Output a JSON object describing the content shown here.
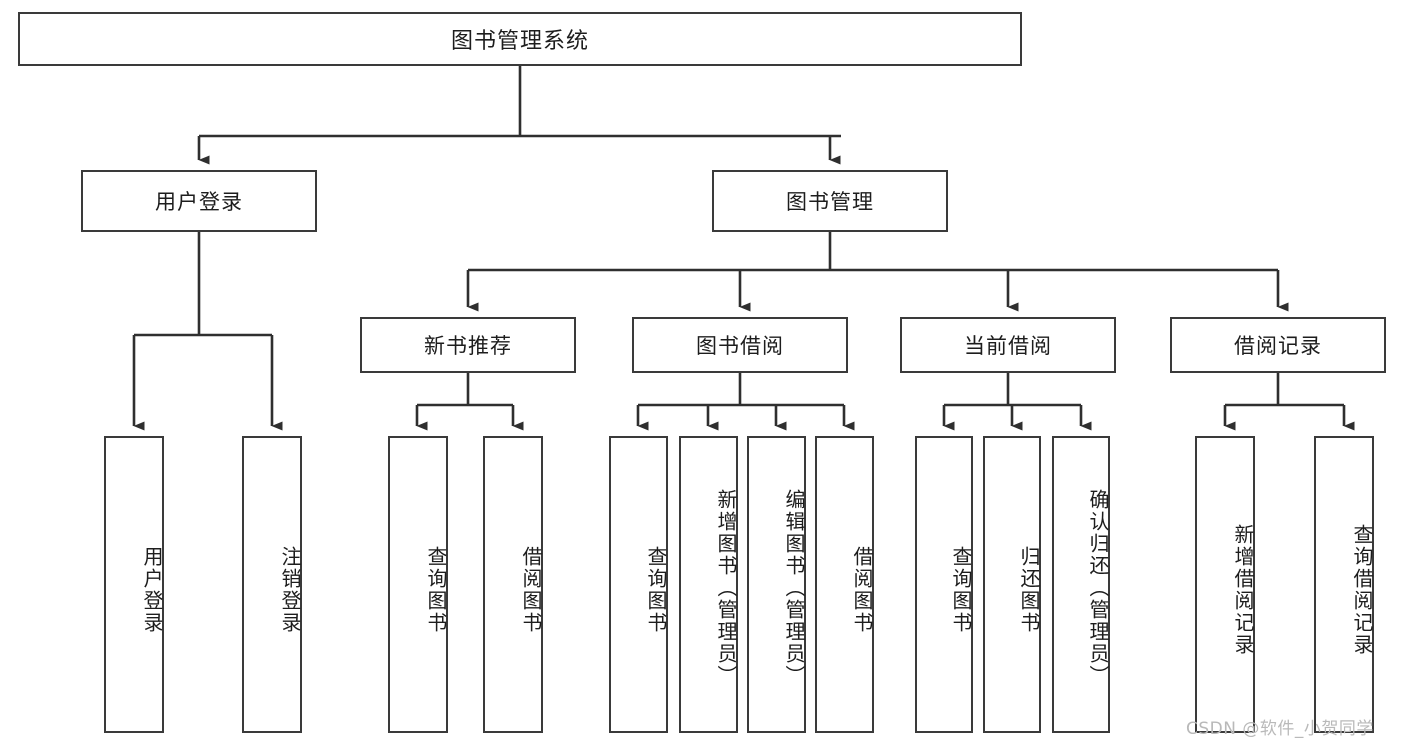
{
  "diagram": {
    "title_node": {
      "label": "图书管理系统"
    },
    "level1": [
      {
        "id": "user-login",
        "label": "用户登录"
      },
      {
        "id": "book-management",
        "label": "图书管理"
      }
    ],
    "level2": [
      {
        "id": "new-book-recommend",
        "label": "新书推荐"
      },
      {
        "id": "book-borrow",
        "label": "图书借阅"
      },
      {
        "id": "current-borrow",
        "label": "当前借阅"
      },
      {
        "id": "borrow-record",
        "label": "借阅记录"
      }
    ],
    "leaves": {
      "user_login": [
        {
          "id": "leaf-user-login",
          "label": "用户登录"
        },
        {
          "id": "leaf-logout",
          "label": "注销登录"
        }
      ],
      "new_book_recommend": [
        {
          "id": "leaf-query-book-1",
          "label": "查询图书"
        },
        {
          "id": "leaf-borrow-book-1",
          "label": "借阅图书"
        }
      ],
      "book_borrow": [
        {
          "id": "leaf-query-book-2",
          "label": "查询图书"
        },
        {
          "id": "leaf-add-book",
          "label": "新增图书（管理员）"
        },
        {
          "id": "leaf-edit-book",
          "label": "编辑图书（管理员）"
        },
        {
          "id": "leaf-borrow-book-2",
          "label": "借阅图书"
        }
      ],
      "current_borrow": [
        {
          "id": "leaf-query-book-3",
          "label": "查询图书"
        },
        {
          "id": "leaf-return-book",
          "label": "归还图书"
        },
        {
          "id": "leaf-confirm-return",
          "label": "确认归还（管理员）"
        }
      ],
      "borrow_record": [
        {
          "id": "leaf-add-record",
          "label": "新增借阅记录"
        },
        {
          "id": "leaf-query-record",
          "label": "查询借阅记录"
        }
      ]
    }
  },
  "watermark": {
    "text": "CSDN @软件_小贺同学"
  },
  "colors": {
    "box_border": "#3a3a3a",
    "box_fill": "#ffffff",
    "connector": "#2f2f2f",
    "text": "#1d1d1d",
    "watermark": "#b9b9b9"
  }
}
